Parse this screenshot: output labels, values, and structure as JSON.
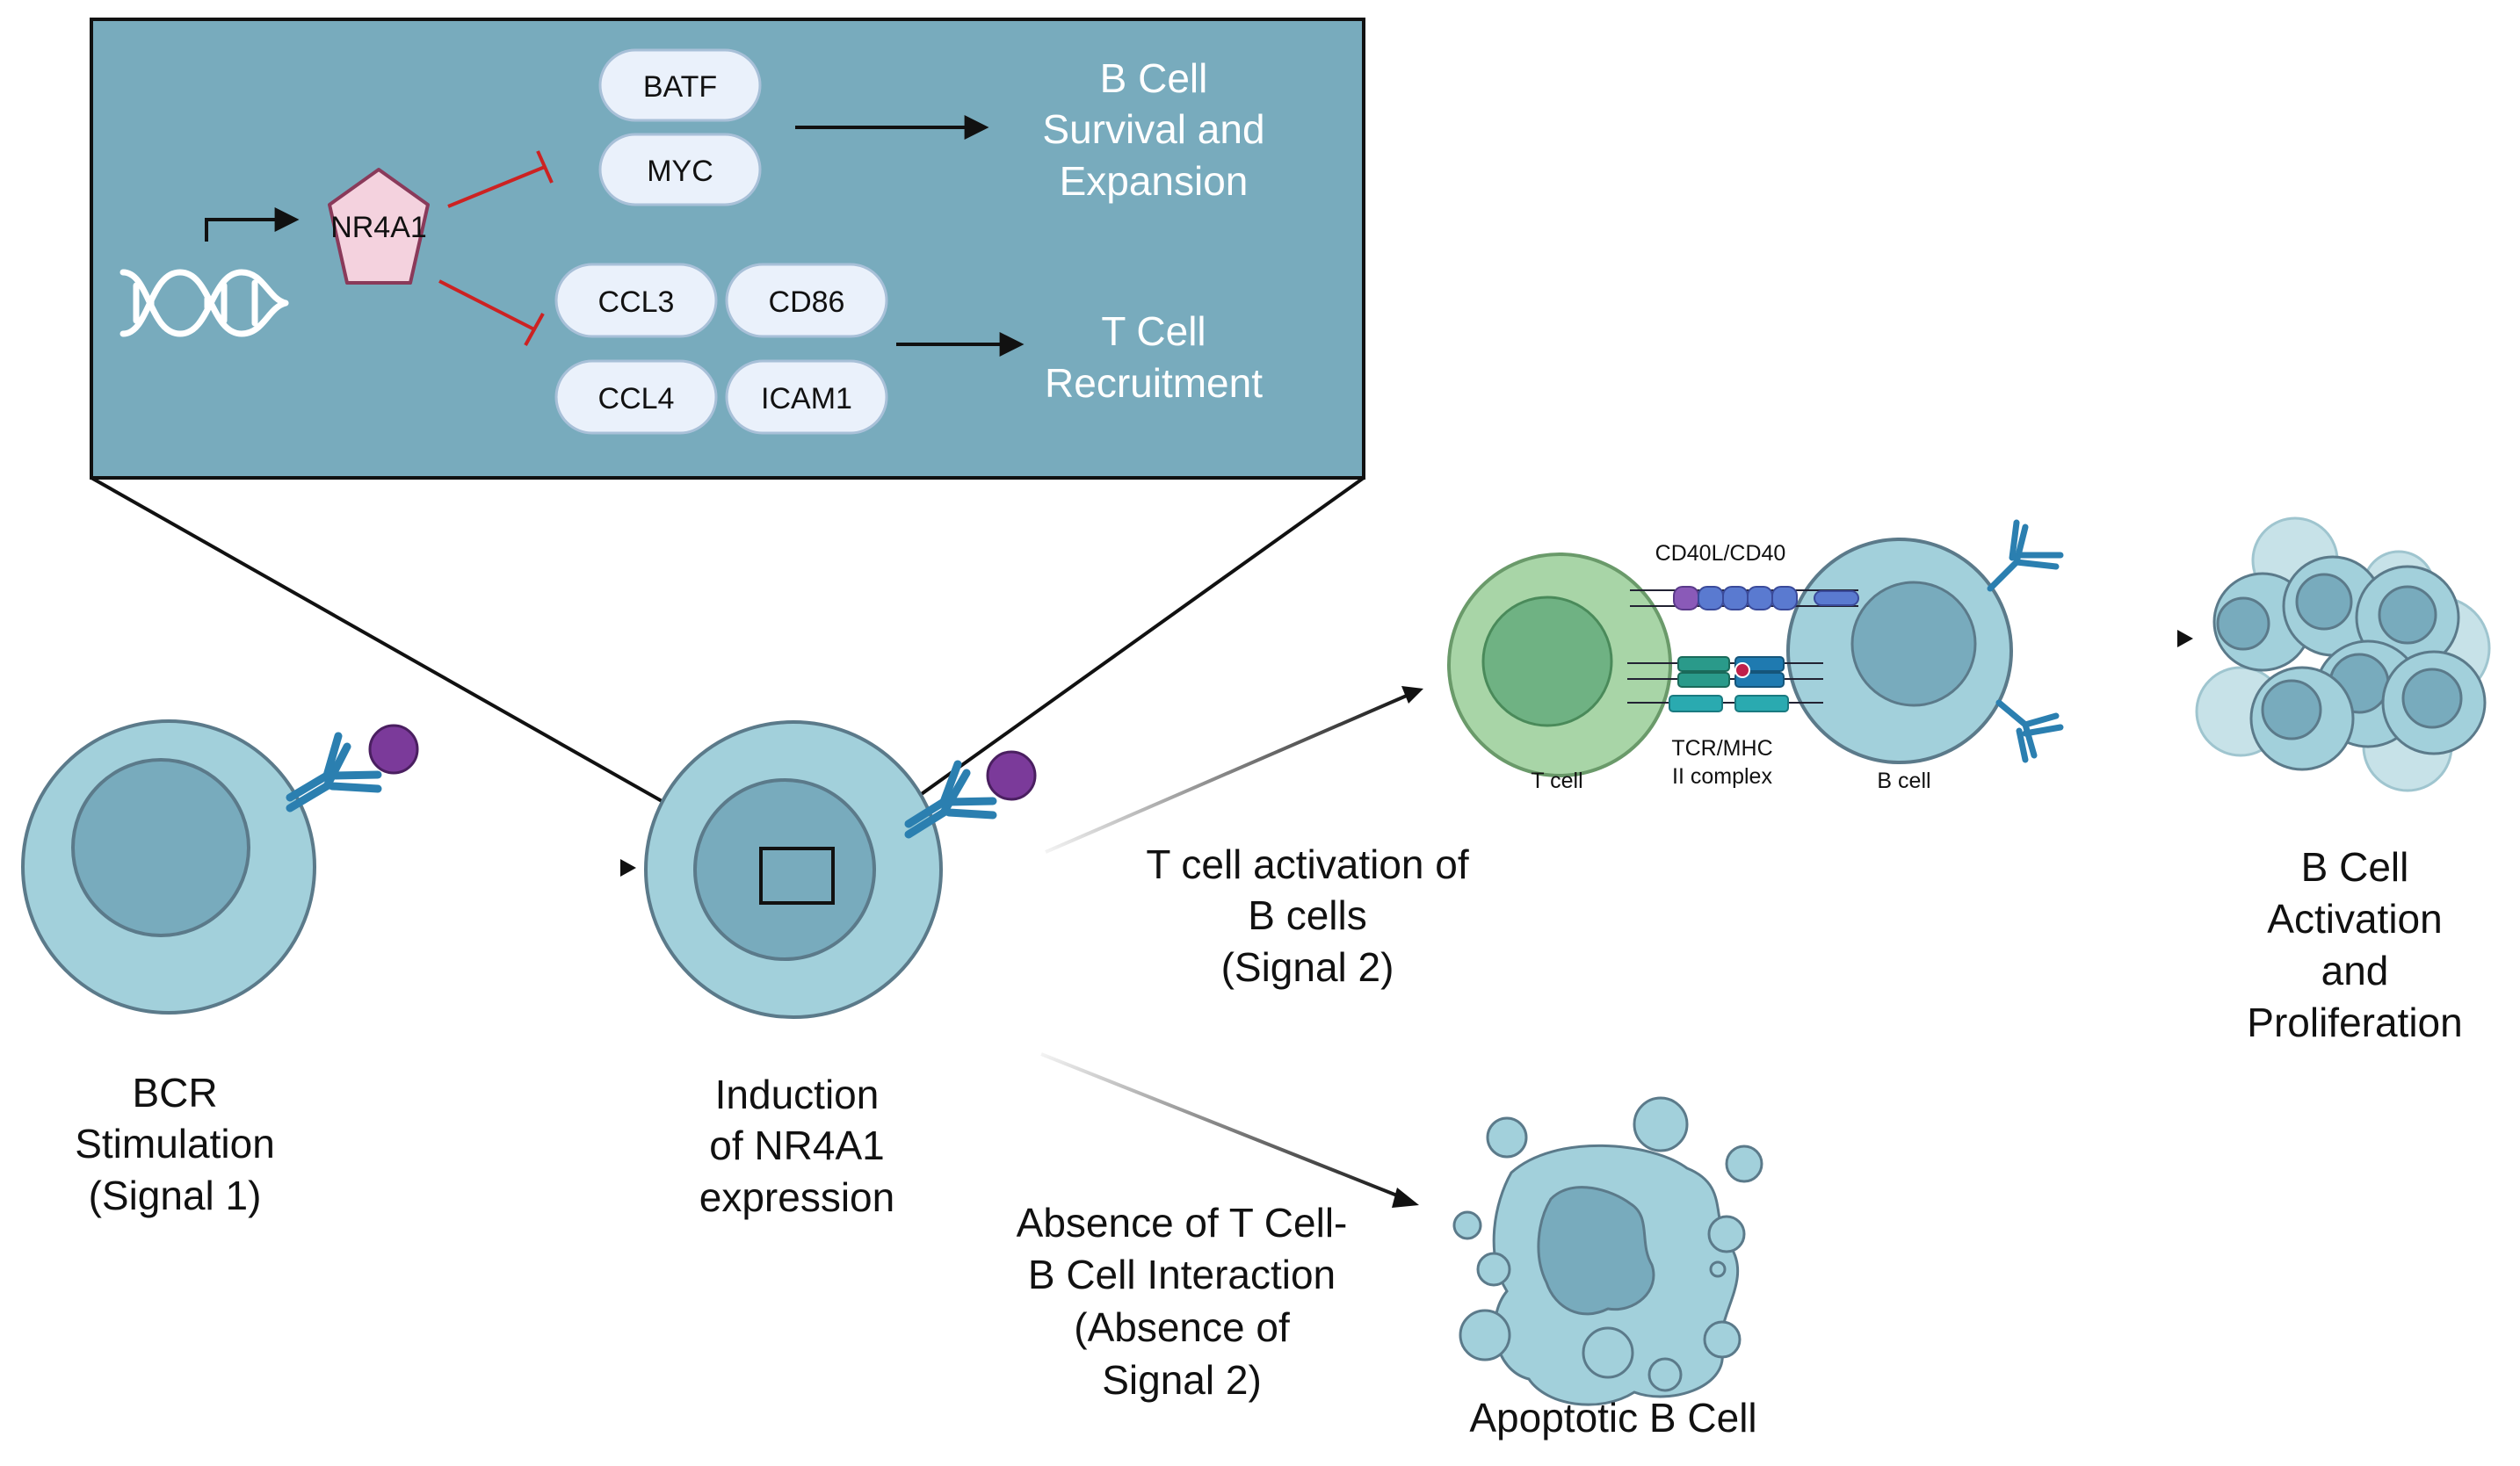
{
  "inset": {
    "gene": "NR4A1",
    "group1": [
      "BATF",
      "MYC"
    ],
    "outcome1": [
      "B Cell",
      "Survival and",
      "Expansion"
    ],
    "group2": [
      "CCL3",
      "CD86",
      "CCL4",
      "ICAM1"
    ],
    "outcome2": [
      "T Cell",
      "Recruitment"
    ]
  },
  "steps": {
    "bcr": [
      "BCR",
      "Stimulation",
      "(Signal 1)"
    ],
    "induction": [
      "Induction",
      "of NR4A1",
      "expression"
    ],
    "activation_path": [
      "T cell activation of",
      "B cells",
      "(Signal 2)"
    ],
    "absence_path": [
      "Absence of T Cell-",
      "B Cell Interaction",
      "(Absence of",
      "Signal 2)"
    ],
    "apoptotic": "Apoptotic B Cell",
    "proliferation": [
      "B Cell",
      "Activation",
      "and",
      "Proliferation"
    ]
  },
  "synapse": {
    "cd40": "CD40L/CD40",
    "tcr": [
      "TCR/MHC",
      "II complex"
    ],
    "tcell": "T cell",
    "bcell": "B cell"
  },
  "colors": {
    "inset_bg": "#78abbd",
    "cell_outer": "#a2d0db",
    "cell_nucleus": "#78abbd",
    "tcell_outer": "#a8d5a7",
    "tcell_nucleus": "#6fb283",
    "receptor": "#2b7fb0",
    "antigen": "#7b3a9a",
    "inhibit": "#cc2222",
    "nr4a1_fill": "#f4d2de",
    "nr4a1_stroke": "#8a3a5a"
  }
}
